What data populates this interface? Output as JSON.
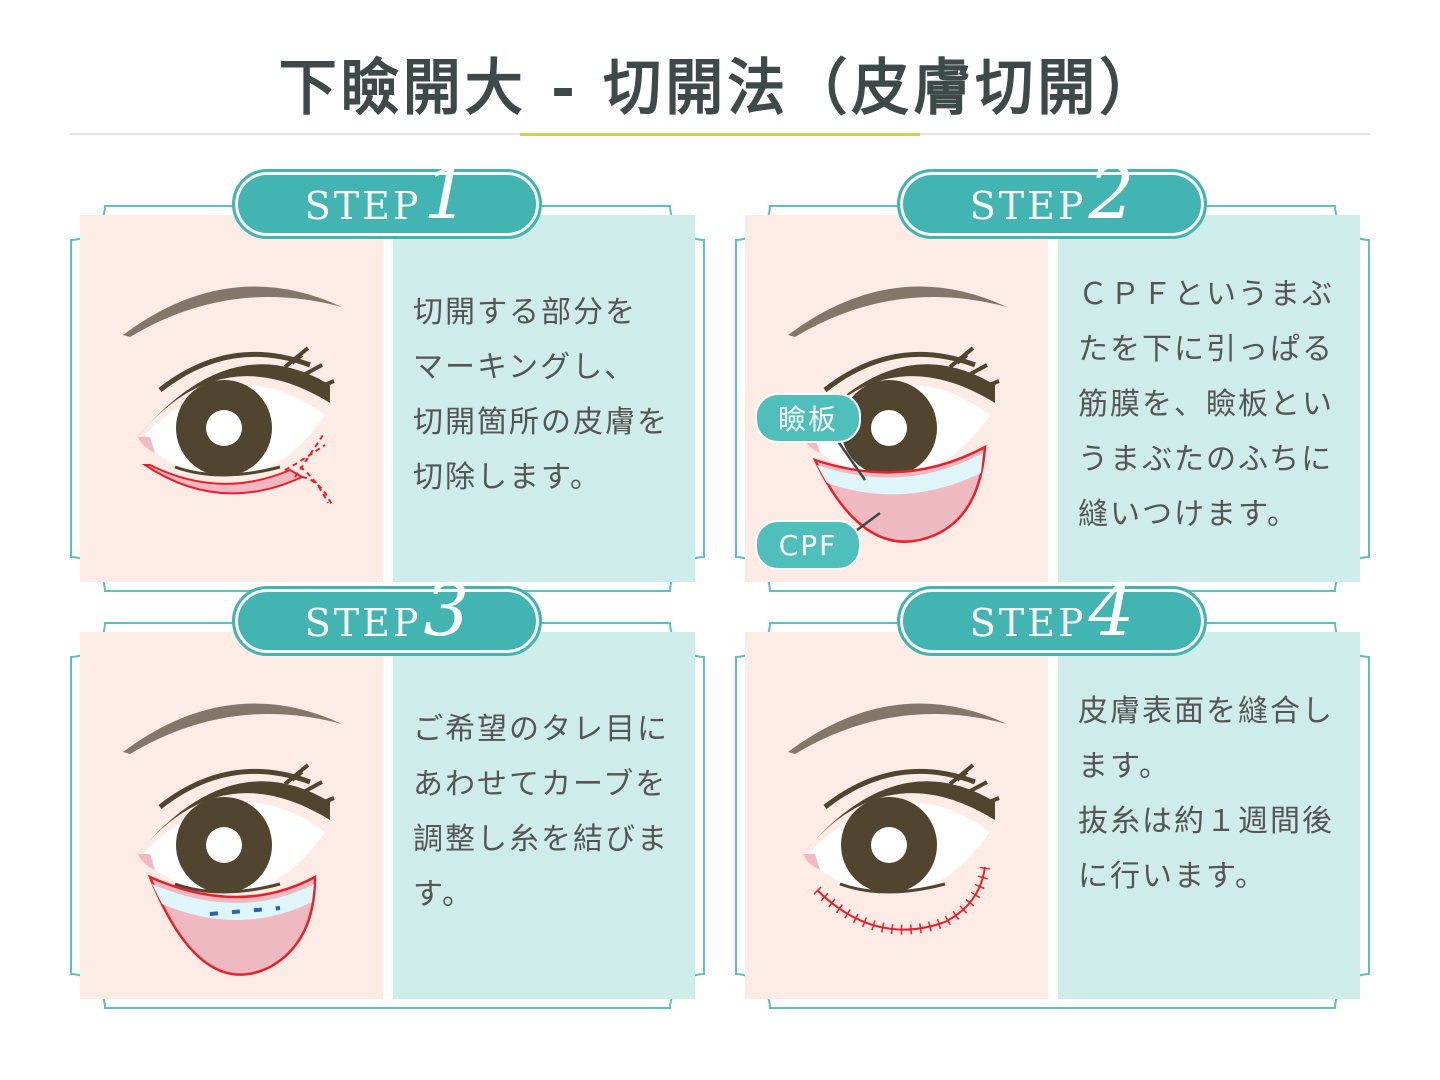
{
  "title": "下瞼開大 - 切開法（皮膚切開）",
  "colors": {
    "teal": "#42b5b2",
    "pink_panel": "#fcece5",
    "teal_panel": "#cdecea",
    "accent_line": "#d6cf4e",
    "incision": "#e8202a",
    "iris": "#514530",
    "brow": "#847669"
  },
  "steps": [
    {
      "label": "STEP",
      "number": "1",
      "lines": [
        "切開する部分を",
        "マーキングし、",
        "切開箇所の皮膚を",
        "切除します。"
      ]
    },
    {
      "label": "STEP",
      "number": "2",
      "lines": [
        "ＣＰＦというまぶ",
        "たを下に引っぱる",
        "筋膜を、瞼板とい",
        "うまぶたのふちに",
        "縫いつけます。"
      ],
      "tags": {
        "tarsus": "瞼板",
        "cpf": "CPF"
      }
    },
    {
      "label": "STEP",
      "number": "3",
      "lines": [
        "ご希望のタレ目に",
        "あわせてカーブを",
        "調整し糸を結びま",
        "す。"
      ]
    },
    {
      "label": "STEP",
      "number": "4",
      "lines": [
        "皮膚表面を縫合し",
        "ます。",
        "抜糸は約１週間後",
        "に行います。"
      ]
    }
  ]
}
